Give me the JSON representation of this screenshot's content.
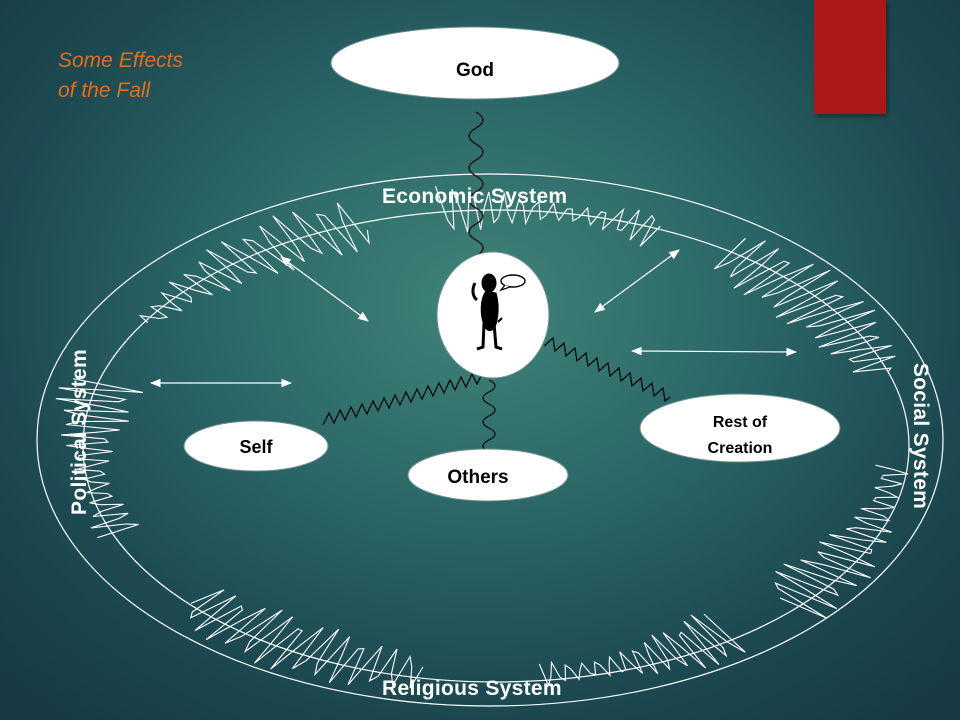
{
  "title": {
    "line1": "Some Effects",
    "line2": "of the Fall"
  },
  "nodes": {
    "god": "God",
    "self": "Self",
    "others": "Others",
    "rest_line1": "Rest of",
    "rest_line2": "Creation"
  },
  "systems": {
    "economic": "Economic System",
    "religious": "Religious System",
    "political": "Political System",
    "social": "Social System"
  },
  "colors": {
    "background": "#2a6566",
    "title": "#e36c1f",
    "accent_tab": "#ac1717",
    "lines": "#ffffff",
    "squiggle": "#000000"
  },
  "icons": {
    "center": "stooped-figure-with-speech-bubble-icon"
  }
}
